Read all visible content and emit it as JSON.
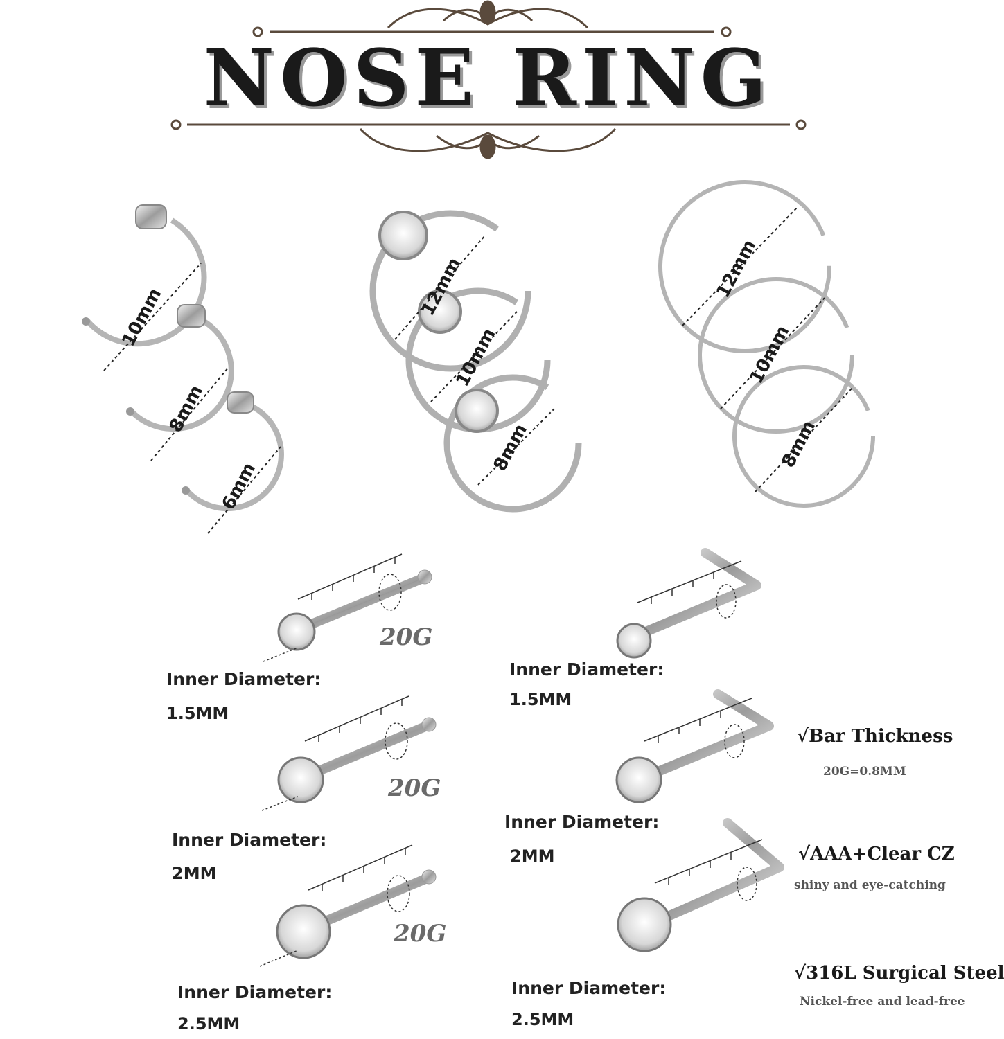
{
  "header": {
    "title": "NOSE RING"
  },
  "hoops": {
    "group1": [
      "10mm",
      "8mm",
      "6mm"
    ],
    "group2": [
      "12mm",
      "10mm",
      "8mm"
    ],
    "group3": [
      "12mm",
      "10mm",
      "8mm"
    ]
  },
  "studs": {
    "straight": [
      {
        "label": "Inner Diameter:",
        "value": "1.5MM",
        "gauge": "20G"
      },
      {
        "label": "Inner Diameter:",
        "value": "2MM",
        "gauge": "20G"
      },
      {
        "label": "Inner Diameter:",
        "value": "2.5MM",
        "gauge": "20G"
      }
    ],
    "lshape": [
      {
        "label": "Inner Diameter:",
        "value": "1.5MM"
      },
      {
        "label": "Inner Diameter:",
        "value": "2MM"
      },
      {
        "label": "Inner Diameter:",
        "value": "2.5MM"
      }
    ]
  },
  "features": [
    {
      "title": "√Bar Thickness",
      "subtitle": "20G=0.8MM"
    },
    {
      "title": "√AAA+Clear CZ",
      "subtitle": "shiny and eye-catching"
    },
    {
      "title": "√316L Surgical Steel",
      "subtitle": "Nickel-free and lead-free"
    }
  ]
}
